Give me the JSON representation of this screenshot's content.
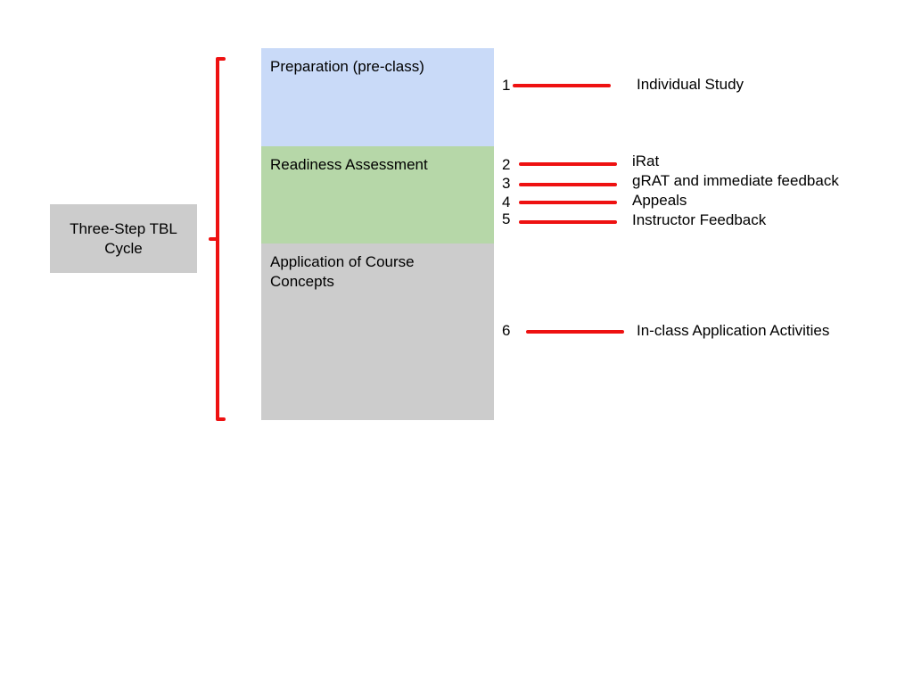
{
  "colors": {
    "accent_red": "#ee1111",
    "prep_fill": "#c9daf8",
    "ready_fill": "#b6d7a8",
    "apply_fill": "#cccccc",
    "cycle_fill": "#cccccc"
  },
  "cycle": {
    "label": "Three-Step TBL Cycle"
  },
  "phases": [
    {
      "label": "Preparation (pre-class)"
    },
    {
      "label": "Readiness Assessment"
    },
    {
      "label": "Application of Course Concepts"
    }
  ],
  "steps": [
    {
      "number": "1",
      "text": "Individual Study"
    },
    {
      "number": "2",
      "text": "iRat"
    },
    {
      "number": "3",
      "text": "gRAT and immediate feedback"
    },
    {
      "number": "4",
      "text": "Appeals"
    },
    {
      "number": "5",
      "text": "Instructor Feedback"
    },
    {
      "number": "6",
      "text": "In-class Application Activities"
    }
  ]
}
